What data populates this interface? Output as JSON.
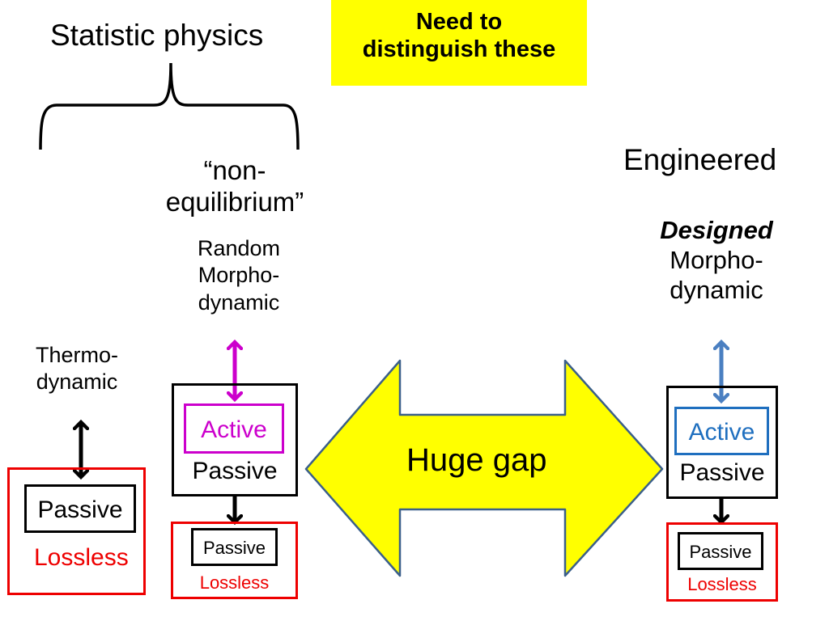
{
  "callout": {
    "line1": "Need to",
    "line2": "distinguish these",
    "bg": "#ffff00"
  },
  "statistic_physics": "Statistic physics",
  "non_equilibrium": {
    "line1": "“non-",
    "line2": "equilibrium”"
  },
  "random_morpho": {
    "line1": "Random",
    "line2": "Morpho-",
    "line3": "dynamic"
  },
  "thermo": {
    "line1": "Thermo-",
    "line2": "dynamic"
  },
  "engineered": "Engineered",
  "designed": {
    "line1": "Designed",
    "line2": "Morpho-",
    "line3": "dynamic"
  },
  "gap_label": "Huge gap",
  "left_stack": {
    "passive": "Passive",
    "lossless": "Lossless"
  },
  "middle_stack": {
    "active": "Active",
    "passive": "Passive",
    "inner_passive": "Passive",
    "lossless": "Lossless"
  },
  "right_stack": {
    "active": "Active",
    "passive": "Passive",
    "inner_passive": "Passive",
    "lossless": "Lossless"
  },
  "colors": {
    "lossless_red": "#ee0000",
    "active_magenta": "#cc00cc",
    "active_blue": "#1f6fbf",
    "arrow_blue": "#4a7fc1",
    "gap_fill": "#ffff00",
    "gap_stroke": "#3a5f8a"
  }
}
